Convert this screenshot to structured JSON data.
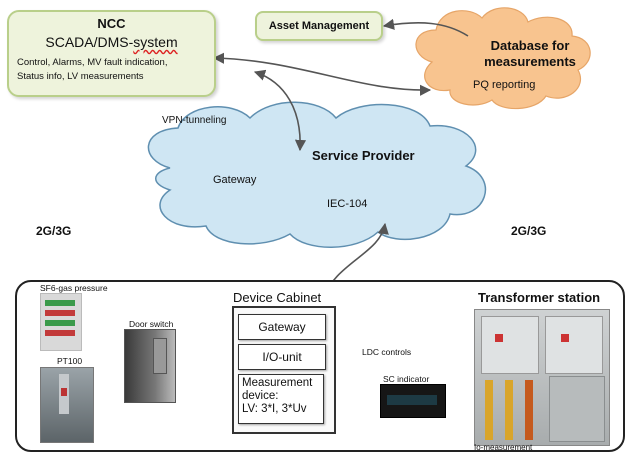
{
  "ncc": {
    "title": "NCC",
    "subtitle_1": "SCADA/DMS-",
    "subtitle_2": "system",
    "line1": "Control, Alarms, MV fault indication,",
    "line2": "Status info, LV measurements"
  },
  "asset_management": "Asset Management",
  "database": {
    "title": "Database for measurements",
    "pq": "PQ reporting"
  },
  "vpn": "VPN-tunneling",
  "service_provider": {
    "title": "Service Provider",
    "gateway": "Gateway",
    "protocol": "IEC-104"
  },
  "network_left": "2G/3G",
  "network_right": "2G/3G",
  "sensors": {
    "sf6": "SF6-gas pressure",
    "pt100": "PT100",
    "door": "Door switch"
  },
  "device_cabinet": {
    "title": "Device Cabinet",
    "gateway": "Gateway",
    "io_unit": "I/O-unit",
    "measurement_1": "Measurement",
    "measurement_2": "device:",
    "measurement_3": "LV: 3*I, 3*Uv"
  },
  "transformer_station": "Transformer station",
  "ldc_controls": "LDC controls",
  "sc_indicator": "SC indicator",
  "io_measurement": "Io-measurement",
  "colors": {
    "green_fill": "#eef3dc",
    "green_border": "#b9cf8a",
    "orange_cloud": "#f8c48f",
    "blue_cloud": "#cfe6f3",
    "blue_border": "#5f8fb0"
  }
}
